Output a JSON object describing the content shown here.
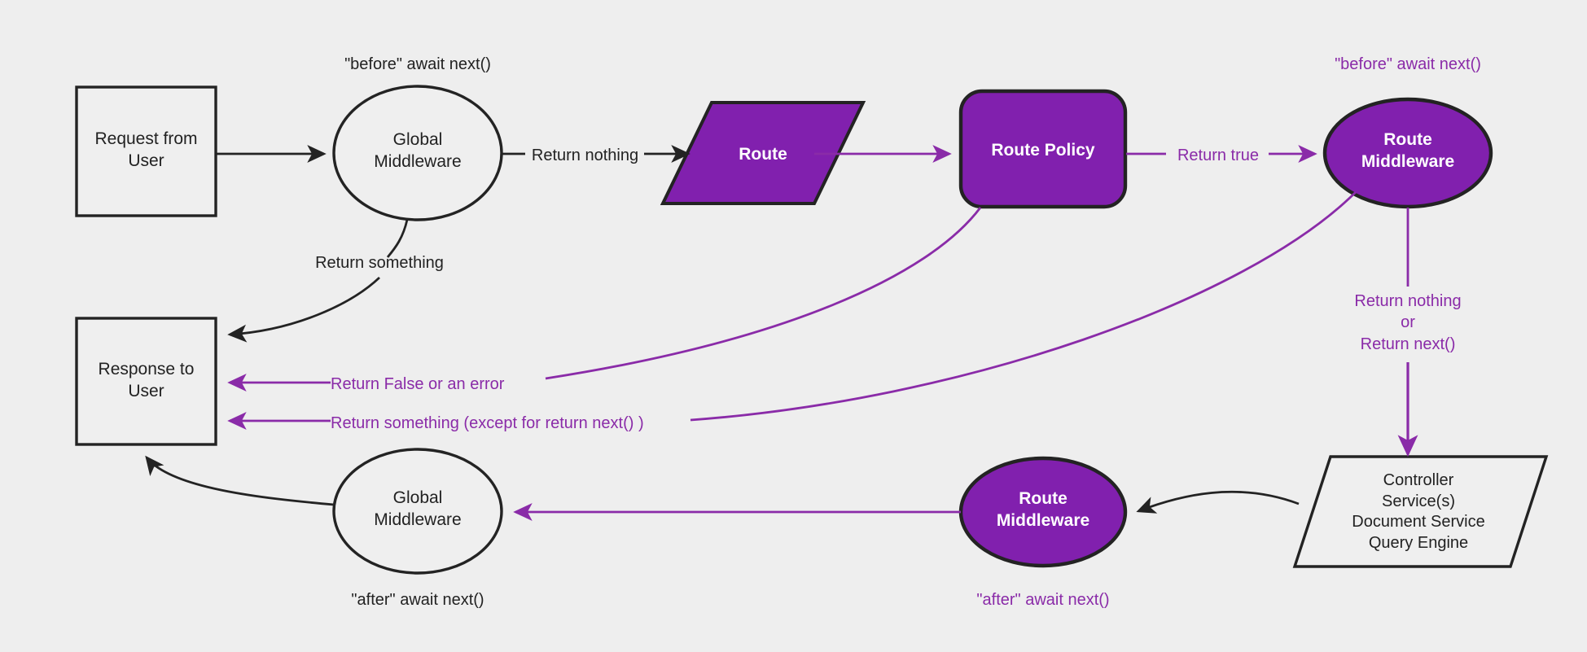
{
  "diagram": {
    "title": "Request lifecycle middleware flow",
    "background_color": "#eeeeee",
    "colors": {
      "purple_fill": "#8120ae",
      "purple_stroke": "#8a2ba8",
      "dark_stroke": "#232323",
      "dark_text": "#222222",
      "white_text": "#ffffff"
    },
    "nodes": {
      "request_from_user": {
        "label": "Request from\nUser",
        "shape": "rectangle",
        "style": "light"
      },
      "global_middleware_before": {
        "label": "Global\nMiddleware",
        "shape": "ellipse",
        "style": "light"
      },
      "route": {
        "label": "Route",
        "shape": "parallelogram",
        "style": "purple"
      },
      "route_policy": {
        "label": "Route Policy",
        "shape": "rounded-rectangle",
        "style": "purple"
      },
      "route_middleware_before": {
        "label": "Route\nMiddleware",
        "shape": "ellipse",
        "style": "purple"
      },
      "controller_stack": {
        "label": "Controller\nService(s)\nDocument Service\nQuery Engine",
        "shape": "parallelogram",
        "style": "light"
      },
      "route_middleware_after": {
        "label": "Route\nMiddleware",
        "shape": "ellipse",
        "style": "purple"
      },
      "global_middleware_after": {
        "label": "Global\nMiddleware",
        "shape": "ellipse",
        "style": "light"
      },
      "response_to_user": {
        "label": "Response to\nUser",
        "shape": "rectangle",
        "style": "light"
      }
    },
    "annotations": {
      "before_await_next_global": "\"before\" await next()",
      "before_await_next_route": "\"before\" await next()",
      "after_await_next_global": "\"after\" await next()",
      "after_await_next_route": "\"after\" await next()"
    },
    "edge_labels": {
      "return_something": "Return something",
      "return_nothing": "Return nothing",
      "return_true": "Return true",
      "return_nothing_or_next": "Return nothing\nor\nReturn next()",
      "return_false_or_error": "Return False or an error",
      "return_something_except_next": "Return something (except for return next() )"
    }
  }
}
